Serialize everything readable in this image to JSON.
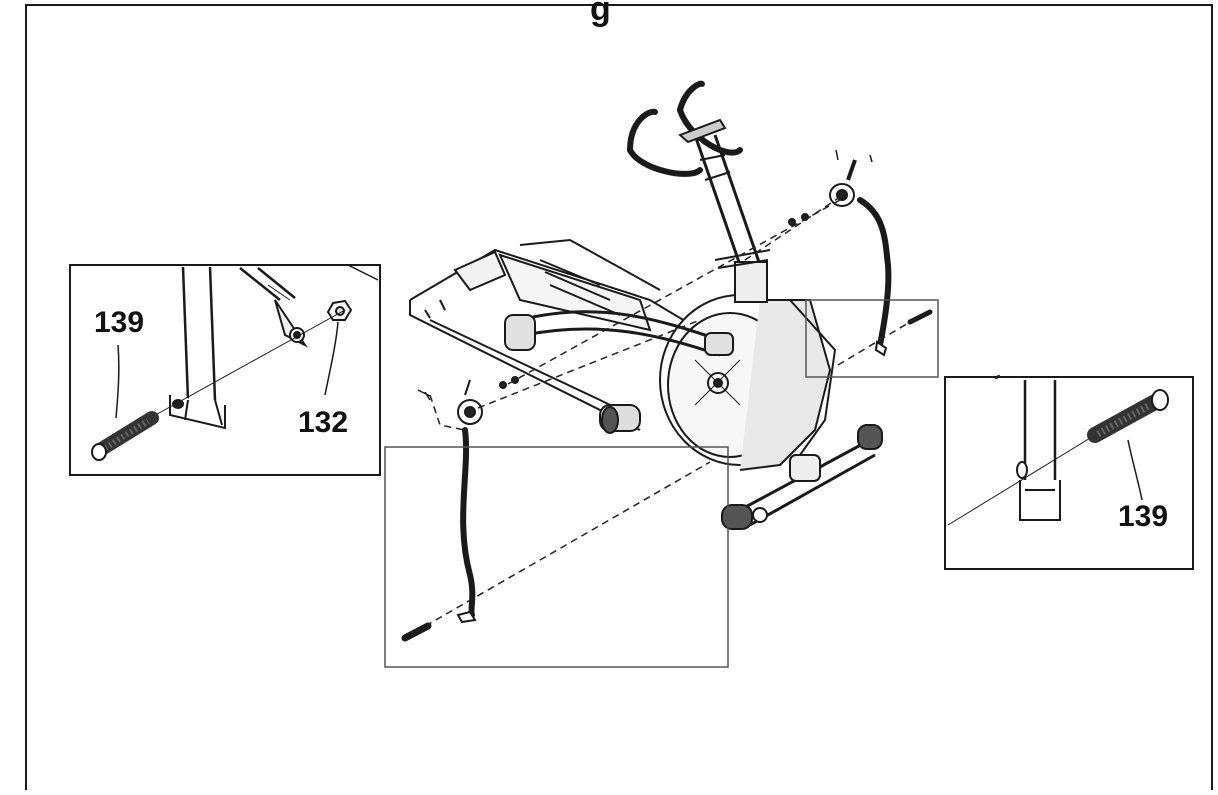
{
  "header": {
    "partial_title": "g"
  },
  "callouts": {
    "left_bolt": "139",
    "left_nut": "132",
    "right_bolt": "139"
  },
  "colors": {
    "line": "#1a1a1a",
    "shade": "#d9d9d9",
    "dark_shade": "#333333"
  }
}
